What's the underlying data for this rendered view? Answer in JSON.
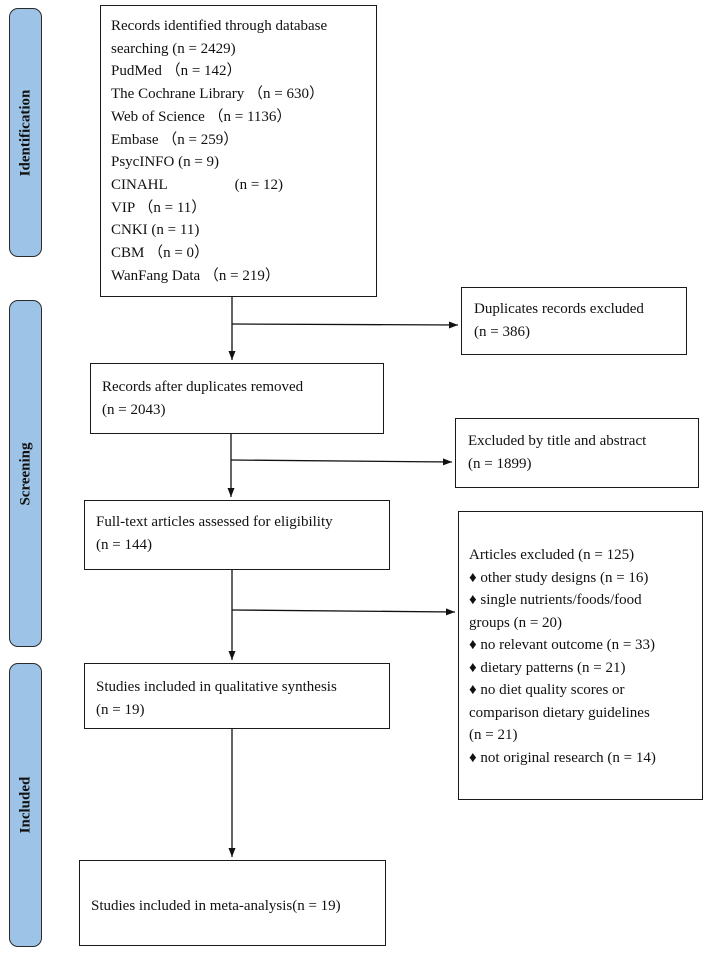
{
  "phases": {
    "identification": "Identification",
    "screening": "Screening",
    "included": "Included"
  },
  "boxes": {
    "identified": {
      "lines": [
        "Records identified through database",
        "searching (n = 2429)",
        "PudMed （n = 142）",
        "The Cochrane Library （n = 630）",
        "Web of Science （n = 1136）",
        "Embase （n = 259）",
        "PsycINFO (n = 9)",
        "CINAHL                  (n = 12)",
        "VIP （n = 11）",
        "CNKI (n = 11)",
        "CBM （n = 0）",
        "WanFang Data （n = 219）"
      ]
    },
    "duplicates_excluded": {
      "lines": [
        "Duplicates records excluded",
        "(n = 386)"
      ]
    },
    "after_duplicates": {
      "lines": [
        "Records after duplicates removed",
        "(n = 2043)"
      ]
    },
    "title_abstract_excluded": {
      "lines": [
        "Excluded by title and abstract",
        "(n = 1899)"
      ]
    },
    "fulltext_assessed": {
      "lines": [
        "Full-text articles assessed for eligibility",
        "(n = 144)"
      ]
    },
    "articles_excluded": {
      "lines": [
        "Articles excluded (n = 125)",
        "♦ other study designs (n = 16)",
        "♦ single nutrients/foods/food",
        "groups (n = 20)",
        "♦ no relevant outcome (n = 33)",
        "♦ dietary patterns (n = 21)",
        "♦ no diet quality scores or",
        "comparison dietary guidelines",
        "(n = 21)",
        "♦ not original research (n = 14)"
      ]
    },
    "qualitative": {
      "lines": [
        "Studies included in qualitative synthesis",
        "(n = 19)"
      ]
    },
    "meta_analysis": {
      "lines": [
        "Studies included in meta-analysis(n = 19)"
      ]
    }
  }
}
